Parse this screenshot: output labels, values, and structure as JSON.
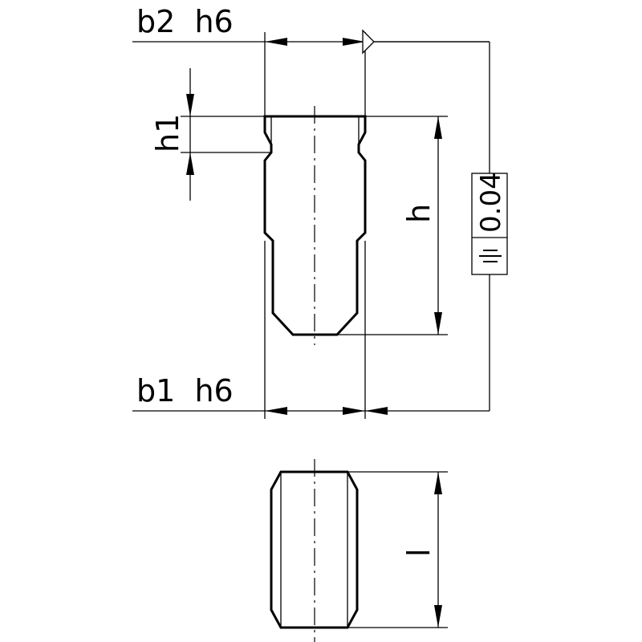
{
  "dimensions": {
    "b2": "b2  h6",
    "b1": "b1  h6",
    "h1": "h1",
    "h": "h",
    "l": "l"
  },
  "tolerance": {
    "symbol": "⌯",
    "symbol_name": "symmetry-symbol",
    "value": "0.04"
  }
}
